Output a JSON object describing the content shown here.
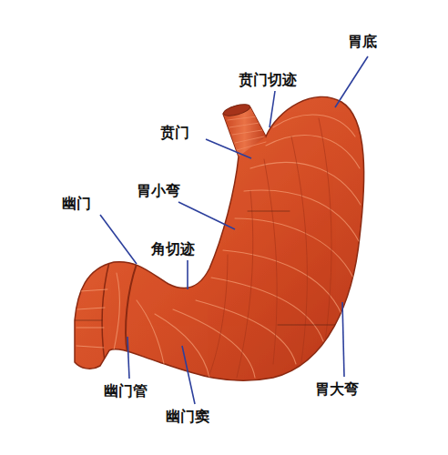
{
  "diagram": {
    "labels": [
      "胃底",
      "贲门切迹",
      "贲门",
      "胃小弯",
      "幽门",
      "角切迹",
      "幽门管",
      "胃大弯",
      "幽门窦"
    ]
  }
}
